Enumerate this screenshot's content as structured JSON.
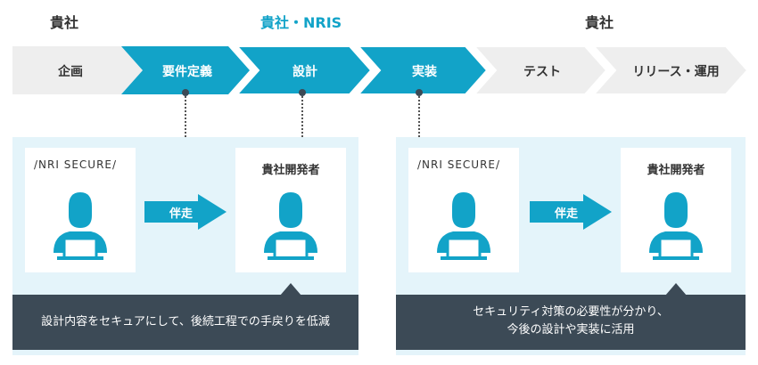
{
  "header": {
    "left": "貴社",
    "center": "貴社・NRIS",
    "right": "貴社"
  },
  "process_steps": [
    {
      "label": "企画",
      "active": false
    },
    {
      "label": "要件定義",
      "active": true
    },
    {
      "label": "設計",
      "active": true
    },
    {
      "label": "実装",
      "active": true
    },
    {
      "label": "テスト",
      "active": false
    },
    {
      "label": "リリース・運用",
      "active": false
    }
  ],
  "left_panel": {
    "nris_logo": "/NRI SECURE/",
    "arrow_label": "伴走",
    "client_title": "貴社開発者",
    "callout": "設計内容をセキュアにして、後続工程での手戻りを低減"
  },
  "right_panel": {
    "nris_logo": "/NRI SECURE/",
    "arrow_label": "伴走",
    "client_title": "貴社開発者",
    "callout_line1": "セキュリティ対策の必要性が分かり、",
    "callout_line2": "今後の設計や実装に活用"
  },
  "colors": {
    "accent": "#12a3c8",
    "inactive_step": "#eeeeee",
    "panel_bg": "#e4f4fa",
    "callout_bg": "#3c4a56",
    "person": "#12a3c8"
  }
}
